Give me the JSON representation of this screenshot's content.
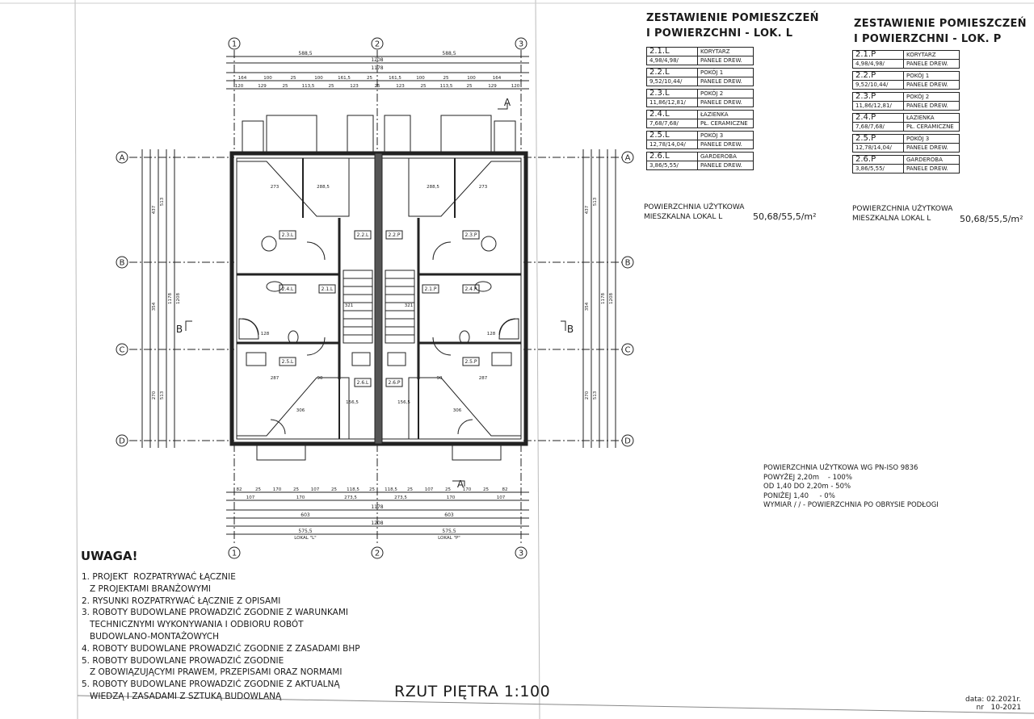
{
  "title_l": [
    "ZESTAWIENIE POMIESZCZEŃ",
    "I POWIERZCHNI - LOK. L"
  ],
  "title_p": [
    "ZESTAWIENIE POMIESZCZEŃ",
    "I POWIERZCHNI - LOK. P"
  ],
  "rooms_l": [
    {
      "code": "2.1.L",
      "name": "KORYTARZ",
      "area": "4,98/4,98/",
      "floor": "PANELE DREW."
    },
    {
      "code": "2.2.L",
      "name": "POKÓJ 1",
      "area": "9,52/10,44/",
      "floor": "PANELE DREW."
    },
    {
      "code": "2.3.L",
      "name": "POKÓJ 2",
      "area": "11,86/12,81/",
      "floor": "PANELE DREW."
    },
    {
      "code": "2.4.L",
      "name": "ŁAZIENKA",
      "area": "7,68/7,68/",
      "floor": "PŁ. CERAMICZNE"
    },
    {
      "code": "2.5.L",
      "name": "POKÓJ 3",
      "area": "12,78/14,04/",
      "floor": "PANELE DREW."
    },
    {
      "code": "2.6.L",
      "name": "GARDEROBA",
      "area": "3,86/5,55/",
      "floor": "PANELE DREW."
    }
  ],
  "rooms_p": [
    {
      "code": "2.1.P",
      "name": "KORYTARZ",
      "area": "4,98/4,98/",
      "floor": "PANELE DREW."
    },
    {
      "code": "2.2.P",
      "name": "POKÓJ 1",
      "area": "9,52/10,44/",
      "floor": "PANELE DREW."
    },
    {
      "code": "2.3.P",
      "name": "POKÓJ 2",
      "area": "11,86/12,81/",
      "floor": "PANELE DREW."
    },
    {
      "code": "2.4.P",
      "name": "ŁAZIENKA",
      "area": "7,68/7,68/",
      "floor": "PŁ. CERAMICZNE"
    },
    {
      "code": "2.5.P",
      "name": "POKÓJ 3",
      "area": "12,78/14,04/",
      "floor": "PANELE DREW."
    },
    {
      "code": "2.6.P",
      "name": "GARDEROBA",
      "area": "3,86/5,55/",
      "floor": "PANELE DREW."
    }
  ],
  "summary": {
    "label_1": "POWIERZCHNIA UŻYTKOWA",
    "label_2": "MIESZKALNA LOKAL L",
    "value": "50,68/55,5/m²"
  },
  "pn_note": [
    "POWIERZCHNIA UŻYTKOWA WG PN-ISO 9836",
    "POWYŻEJ 2,20m    - 100%",
    "OD 1,40 DO 2,20m - 50%",
    "PONIŻEJ 1,40     - 0%",
    "WYMIAR / / - POWIERZCHNIA PO OBRYSIE PODŁOGI"
  ],
  "uwaga_title": "UWAGA!",
  "uwaga_lines": [
    "1. PROJEKT  ROZPATRYWAĆ ŁĄCZNIE",
    "   Z PROJEKTAMI BRANŻOWYMI",
    "2. RYSUNKI ROZPATRYWAĆ ŁĄCZNIE Z OPISAMI",
    "3. ROBOTY BUDOWLANE PROWADZIĆ ZGODNIE Z WARUNKAMI",
    "   TECHNICZNYMI WYKONYWANIA I ODBIORU ROBÓT",
    "   BUDOWLANO-MONTAŻOWYCH",
    "4. ROBOTY BUDOWLANE PROWADZIĆ ZGODNIE Z ZASADAMI BHP",
    "5. ROBOTY BUDOWLANE PROWADZIĆ ZGODNIE",
    "   Z OBOWIĄZUJĄCYMI PRAWEM, PRZEPISAMI ORAZ NORMAMI",
    "5. ROBOTY BUDOWLANE PROWADZIĆ ZGODNIE Z AKTUALNĄ",
    "   WIEDZĄ I ZASADAMI Z SZTUKĄ BUDOWLANĄ"
  ],
  "drawing_title": "RZUT PIĘTRA 1:100",
  "date_lines": [
    "data: 02.2021r.",
    "nr   10-2021"
  ],
  "plan": {
    "axes_h": [
      "1",
      "2",
      "3"
    ],
    "axes_v": [
      "A",
      "B",
      "C",
      "D"
    ],
    "section_marks": [
      "A",
      "A",
      "B",
      "B"
    ],
    "dims_top": [
      "588,5",
      "588,5",
      "1208",
      "1178"
    ],
    "dims_top_row": [
      "164",
      "100",
      "25",
      "100",
      "161,5",
      "25",
      "161,5",
      "100",
      "25",
      "100",
      "164"
    ],
    "dims_top_row2": [
      "120",
      "129",
      "25",
      "113,5",
      "25",
      "123",
      "25",
      "123",
      "25",
      "113,5",
      "25",
      "129",
      "120"
    ],
    "dims_bottom_row": [
      "82",
      "25",
      "170",
      "25",
      "107",
      "25",
      "118,5",
      "25",
      "118,5",
      "25",
      "107",
      "25",
      "170",
      "25",
      "82"
    ],
    "dims_bottom": [
      "107",
      "170",
      "273,5",
      "273,5",
      "170",
      "107"
    ],
    "dims_bottom_total": [
      "1178",
      "603",
      "603",
      "1208",
      "575,5",
      "575,5"
    ],
    "lokal_labels": [
      "LOKAL \"L\"",
      "LOKAL \"P\""
    ],
    "dims_side": [
      "437",
      "513",
      "354",
      "1178",
      "1208",
      "513",
      "270"
    ],
    "room_tags": [
      "2.3.L",
      "2.2.L",
      "2.2.P",
      "2.3.P",
      "2.4.L",
      "2.1.L",
      "2.1.P",
      "2.4.P",
      "2.5.L",
      "2.6.L",
      "2.6.P",
      "2.5.P"
    ],
    "inner_dims": [
      "273",
      "288,5",
      "288,5",
      "273",
      "128",
      "128",
      "287",
      "287",
      "306",
      "306",
      "90",
      "90",
      "156,5",
      "156,5",
      "321",
      "321"
    ]
  }
}
